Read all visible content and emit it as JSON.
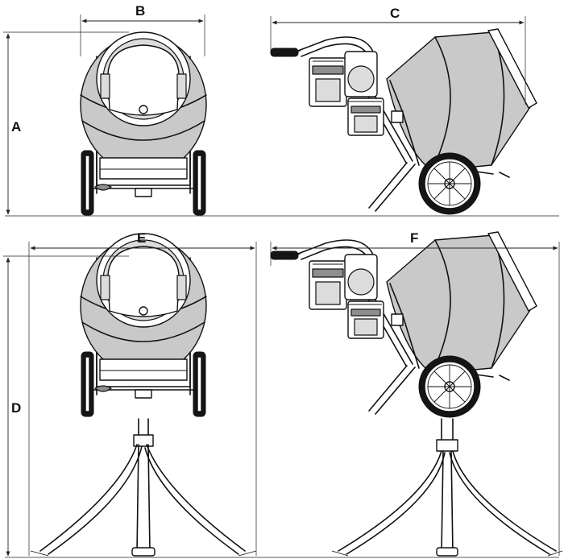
{
  "dimension_labels": {
    "a": "A",
    "b": "B",
    "c": "C",
    "d": "D",
    "e": "E",
    "f": "F"
  },
  "colors": {
    "drum_fill": "#c9c9c9",
    "line": "#111111",
    "tyre": "#151515"
  }
}
